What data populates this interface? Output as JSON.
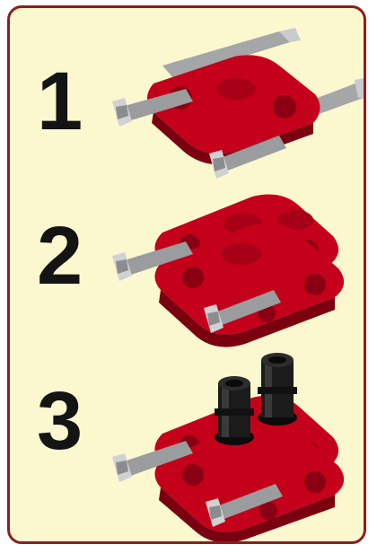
{
  "steps": [
    {
      "number": "1",
      "beams": 1,
      "pins": 0
    },
    {
      "number": "2",
      "beams": 2,
      "pins": 0
    },
    {
      "number": "3",
      "beams": 2,
      "pins": 2
    }
  ],
  "colors": {
    "background": "#fbf8d0",
    "border": "#8f1d1d",
    "beam": "#c4001a",
    "beam_dark": "#7a0010",
    "axle": "#9a9c9e",
    "axle_light": "#cfd1d3",
    "pin": "#1b1b1b",
    "number": "#141414"
  }
}
